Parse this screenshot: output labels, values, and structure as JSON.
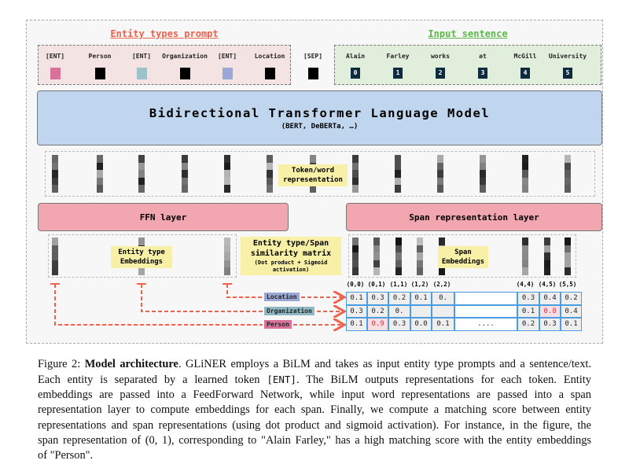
{
  "figure": {
    "prompt_title": "Entity types prompt",
    "sentence_title": "Input sentence",
    "prompt_tokens": [
      {
        "label": "[ENT]",
        "color": "#d9729a"
      },
      {
        "label": "Person",
        "color": "#000000"
      },
      {
        "label": "[ENT]",
        "color": "#9cc3cc"
      },
      {
        "label": "Organization",
        "color": "#000000"
      },
      {
        "label": "[ENT]",
        "color": "#9aa8d6"
      },
      {
        "label": "Location",
        "color": "#000000"
      }
    ],
    "sep_token": {
      "label": "[SEP]",
      "color": "#000000"
    },
    "sentence_tokens": [
      {
        "label": "Alain",
        "index": "0"
      },
      {
        "label": "Farley",
        "index": "1"
      },
      {
        "label": "works",
        "index": "2"
      },
      {
        "label": "at",
        "index": "3"
      },
      {
        "label": "McGill",
        "index": "4"
      },
      {
        "label": "University",
        "index": "5"
      }
    ],
    "bilm_title": "Bidirectional Transformer Language Model",
    "bilm_subtitle": "(BERT, DeBERTa, …)",
    "token_repr_label": [
      "Token/word",
      "representation"
    ],
    "ffn_label": "FFN layer",
    "span_layer_label": "Span representation layer",
    "entity_emb_label": [
      "Entity type",
      "Embeddings"
    ],
    "span_emb_label": [
      "Span",
      "Embeddings"
    ],
    "span_headers": [
      "(0,0)",
      "(0,1)",
      "(1,1)",
      "(1,2)",
      "(2,2)",
      "(4,4)",
      "(4,5)",
      "(5,5)"
    ],
    "entity_labels": [
      {
        "label": "Location",
        "color": "#9aa8d6"
      },
      {
        "label": "Organization",
        "color": "#8fb8c2"
      },
      {
        "label": "Person",
        "color": "#d9729a"
      }
    ],
    "matrix_rows": [
      [
        "0.1",
        "0.3",
        "0.2",
        "0.1",
        "0.",
        "",
        "0.3",
        "0.4",
        "0.2"
      ],
      [
        "0.3",
        "0.2",
        "0.",
        "",
        "",
        "",
        "0.1",
        "0.8",
        "0.4"
      ],
      [
        "0.1",
        "0.9",
        "0.3",
        "0.0",
        "0.1",
        "....",
        "0.2",
        "0.3",
        "0.1"
      ]
    ],
    "highlight_cells": [
      [
        1,
        7
      ],
      [
        2,
        1
      ]
    ],
    "matrix_title": "Entity type/Span similarity matrix",
    "matrix_subtitle": "(Dot product + Sigmoid activation)",
    "colors": {
      "prompt_title": "#f0624d",
      "sentence_title": "#5cb84a",
      "arrow": "#f0624d",
      "bilm": "#c0d5ee",
      "layer": "#f2a6b0",
      "highlight": "#e0303a"
    }
  },
  "caption": {
    "label": "Figure 2: ",
    "title": "Model architecture",
    "line1_rest": ". GLiNER employs a BiLM and takes as input entity type prompts and a sentence/text.",
    "line2_pre": "Each entity is separated by a learned token ",
    "line2_code": "[ENT]",
    "line2_post": ". The BiLM outputs representations for each token. Entity",
    "lines": [
      "embeddings are passed into a FeedForward Network, while input word representations are passed into a span",
      "representation layer to compute embeddings for each span. Finally, we compute a matching score between entity",
      "representations and span representations (using dot product and sigmoid activation). For instance, in the figure, the",
      "span representation of (0, 1), corresponding to \"Alain Farley,\" has a high matching score with the entity embeddings",
      "of \"Person\"."
    ]
  }
}
